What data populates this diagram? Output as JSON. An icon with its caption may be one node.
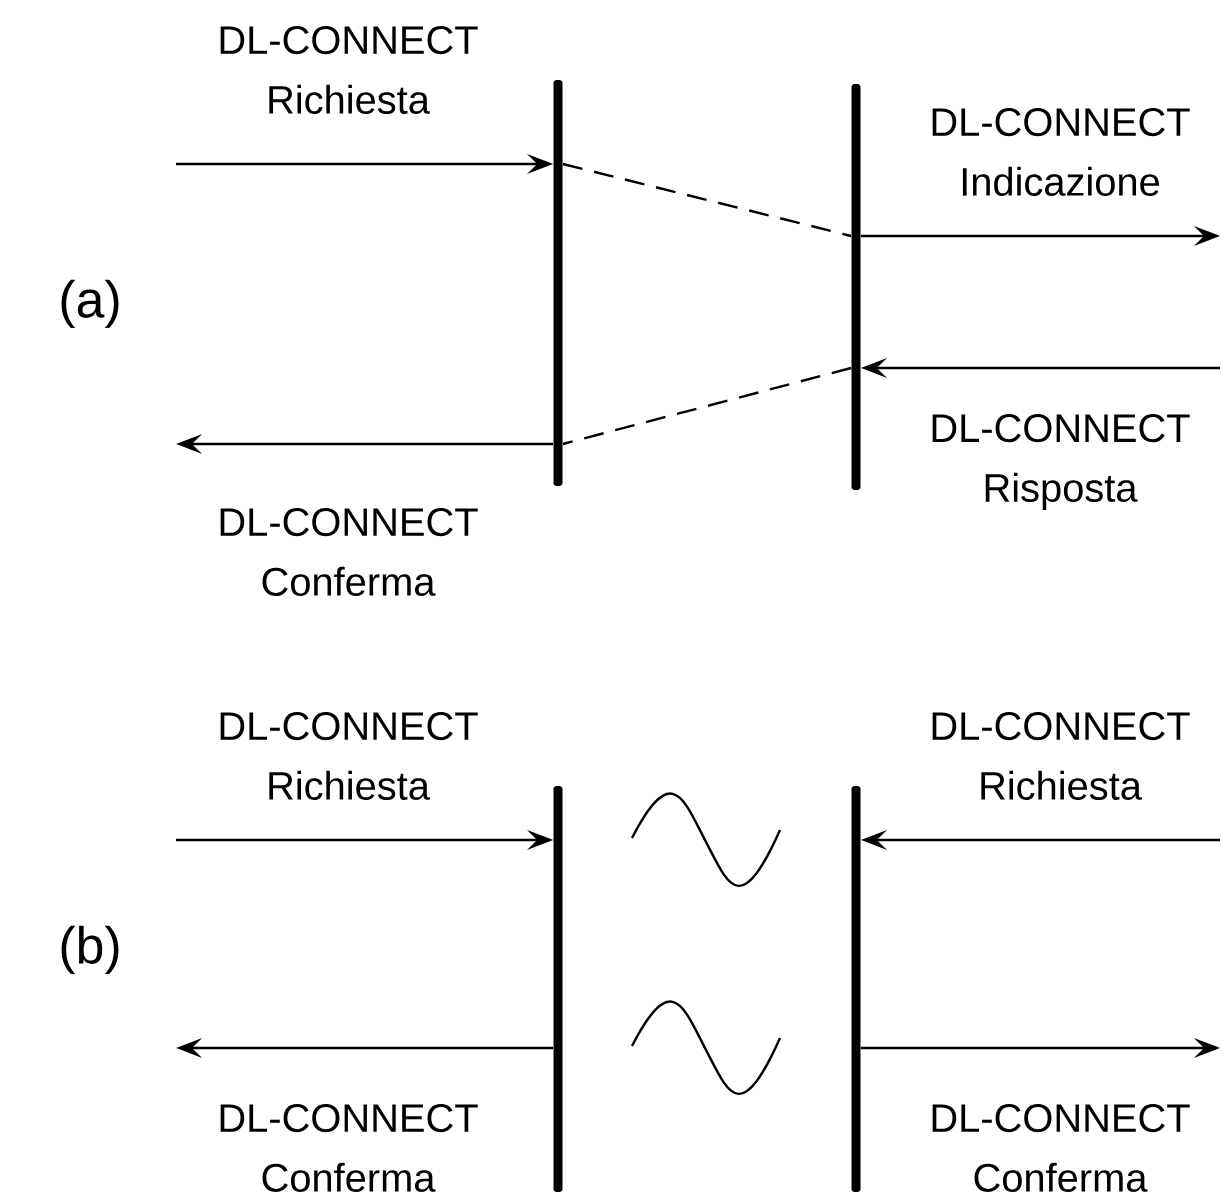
{
  "diagram": {
    "nodes": [
      {
        "text": [],
        "shape": "bar"
      },
      {
        "text": [],
        "shape": "bar"
      },
      {
        "text": [],
        "shape": "bar"
      },
      {
        "text": [],
        "shape": "bar"
      }
    ],
    "edges": [
      {
        "from": null,
        "to": 0,
        "arrow": "to",
        "label": "DL-CONNECT Richiesta"
      },
      {
        "from": 0,
        "to": 1,
        "arrow": "none",
        "style": "dashed"
      },
      {
        "from": 1,
        "to": null,
        "arrow": "to",
        "label": "DL-CONNECT Indicazione"
      },
      {
        "from": null,
        "to": 1,
        "arrow": "to",
        "label": "DL-CONNECT Risposta"
      },
      {
        "from": 1,
        "to": 0,
        "arrow": "none",
        "style": "dashed"
      },
      {
        "from": 0,
        "to": null,
        "arrow": "to",
        "label": "DL-CONNECT Conferma"
      },
      {
        "from": null,
        "to": 2,
        "arrow": "to",
        "label": "DL-CONNECT Richiesta"
      },
      {
        "from": null,
        "to": 3,
        "arrow": "to",
        "label": "DL-CONNECT Richiesta"
      },
      {
        "from": 2,
        "to": null,
        "arrow": "to",
        "label": "DL-CONNECT Conferma"
      },
      {
        "from": 3,
        "to": null,
        "arrow": "to",
        "label": "DL-CONNECT Conferma"
      }
    ],
    "labels": [
      "(a)",
      "(b)"
    ]
  }
}
